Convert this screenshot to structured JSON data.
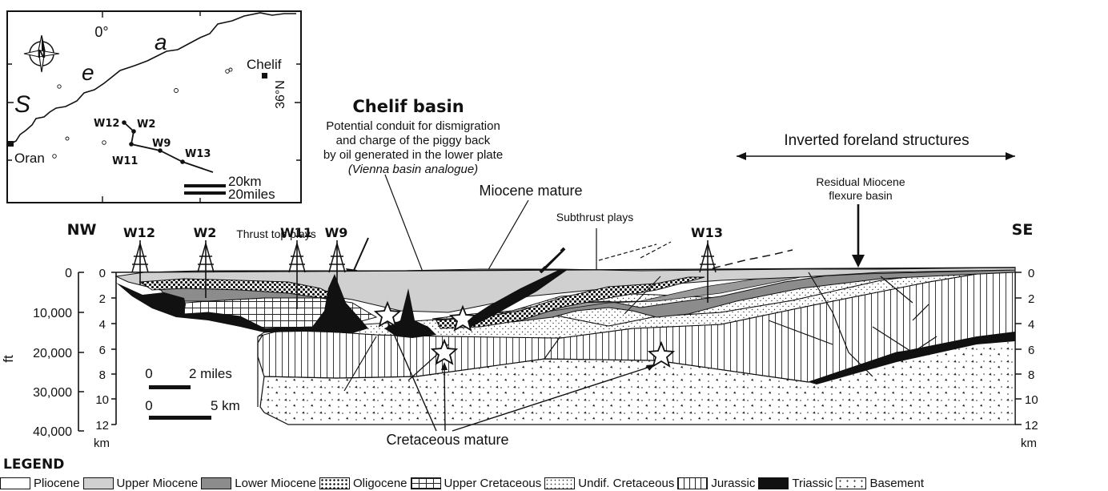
{
  "map": {
    "sea_letters": [
      "S",
      "e",
      "a"
    ],
    "lon_label": "0°",
    "lat_label": "36°N",
    "north_label": "N",
    "cities": {
      "chelif": "Chelif",
      "oran": "Oran"
    },
    "scale_km": "20km",
    "scale_miles": "20miles",
    "wells": [
      "W12",
      "W2",
      "W9",
      "W11",
      "W13"
    ]
  },
  "section": {
    "title": "Chelif basin",
    "conduit_note": [
      "Potential conduit for dismigration",
      "and charge of the piggy back",
      "by oil generated in the lower plate"
    ],
    "analogue_note": "(Vienna basin analogue)",
    "inverted_label": "Inverted foreland structures",
    "residual_label": [
      "Residual Miocene",
      "flexure basin"
    ],
    "miocene_mature": "Miocene mature",
    "thrust_top_plays": "Thrust top plays",
    "subthrust_plays": "Subthrust plays",
    "cretaceous_mature": "Cretaceous mature",
    "nw_label": "NW",
    "se_label": "SE",
    "wells": [
      "W12",
      "W2",
      "W11",
      "W9",
      "W13"
    ],
    "ft_unit": "ft",
    "km_unit_left": "km",
    "km_unit_right": "km",
    "ft_ticks": [
      "0",
      "10,000",
      "20,000",
      "30,000",
      "40,000"
    ],
    "km_ticks": [
      "0",
      "2",
      "4",
      "6",
      "8",
      "10",
      "12"
    ],
    "scale_miles_0": "0",
    "scale_miles_label": "2 miles",
    "scale_km_0": "0",
    "scale_km_label": "5 km"
  },
  "legend": {
    "title": "LEGEND",
    "items": [
      {
        "label": "Pliocene",
        "pattern": "white"
      },
      {
        "label": "Upper Miocene",
        "pattern": "lightgray"
      },
      {
        "label": "Lower Miocene",
        "pattern": "gray"
      },
      {
        "label": "Oligocene",
        "pattern": "dots"
      },
      {
        "label": "Upper Cretaceous",
        "pattern": "grid"
      },
      {
        "label": "Undif. Cretaceous",
        "pattern": "fine-dots"
      },
      {
        "label": "Jurassic",
        "pattern": "vlines"
      },
      {
        "label": "Triassic",
        "pattern": "black"
      },
      {
        "label": "Basement",
        "pattern": "triangles"
      }
    ]
  }
}
